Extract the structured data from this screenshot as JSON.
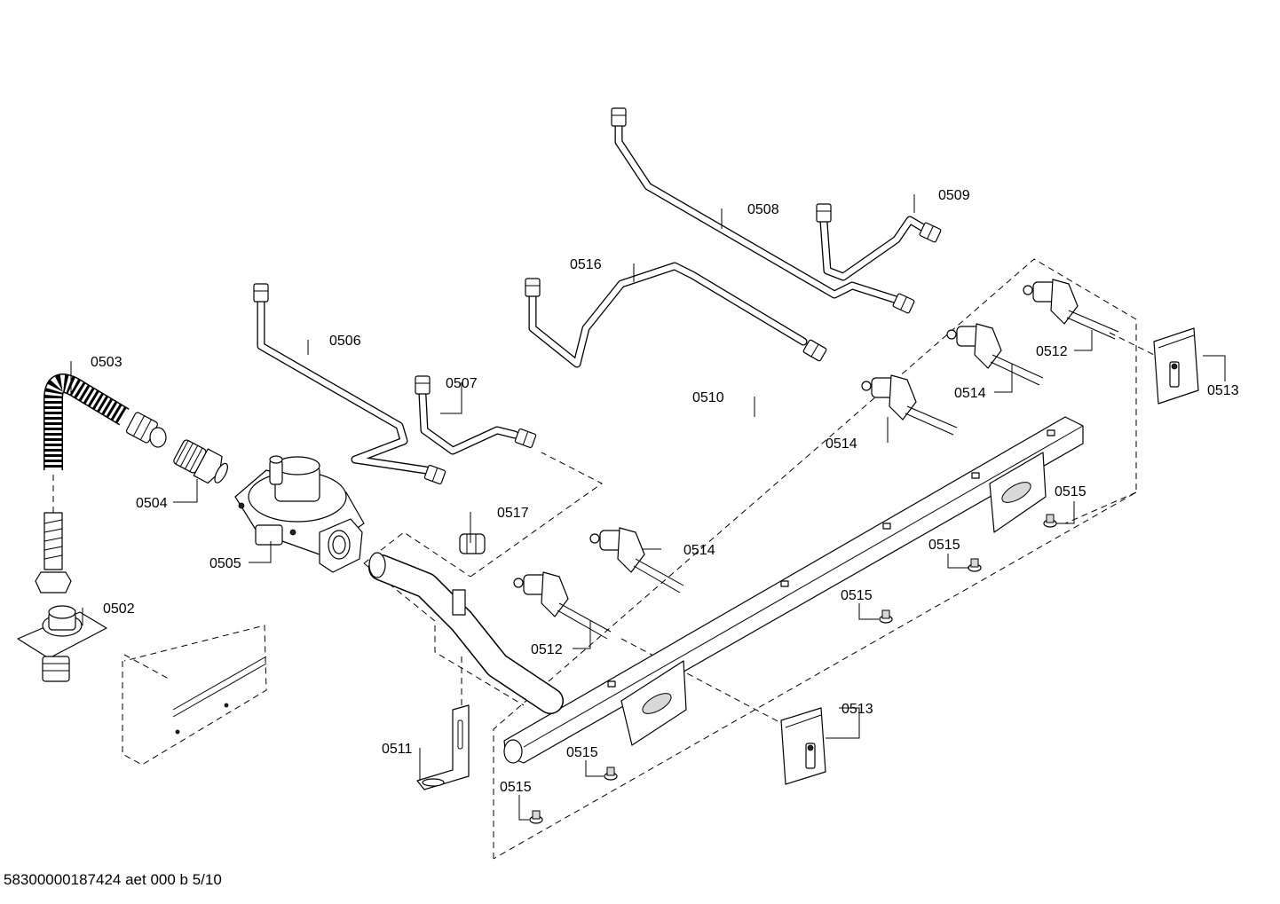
{
  "callouts": {
    "c0502": "0502",
    "c0503": "0503",
    "c0504": "0504",
    "c0505": "0505",
    "c0506": "0506",
    "c0507": "0507",
    "c0508": "0508",
    "c0509": "0509",
    "c0510": "0510",
    "c0511": "0511",
    "c0512": "0512",
    "c0513": "0513",
    "c0514": "0514",
    "c0515": "0515",
    "c0516": "0516",
    "c0517": "0517"
  },
  "footer": {
    "document_id": "58300000187424 aet 000 b 5/10"
  }
}
